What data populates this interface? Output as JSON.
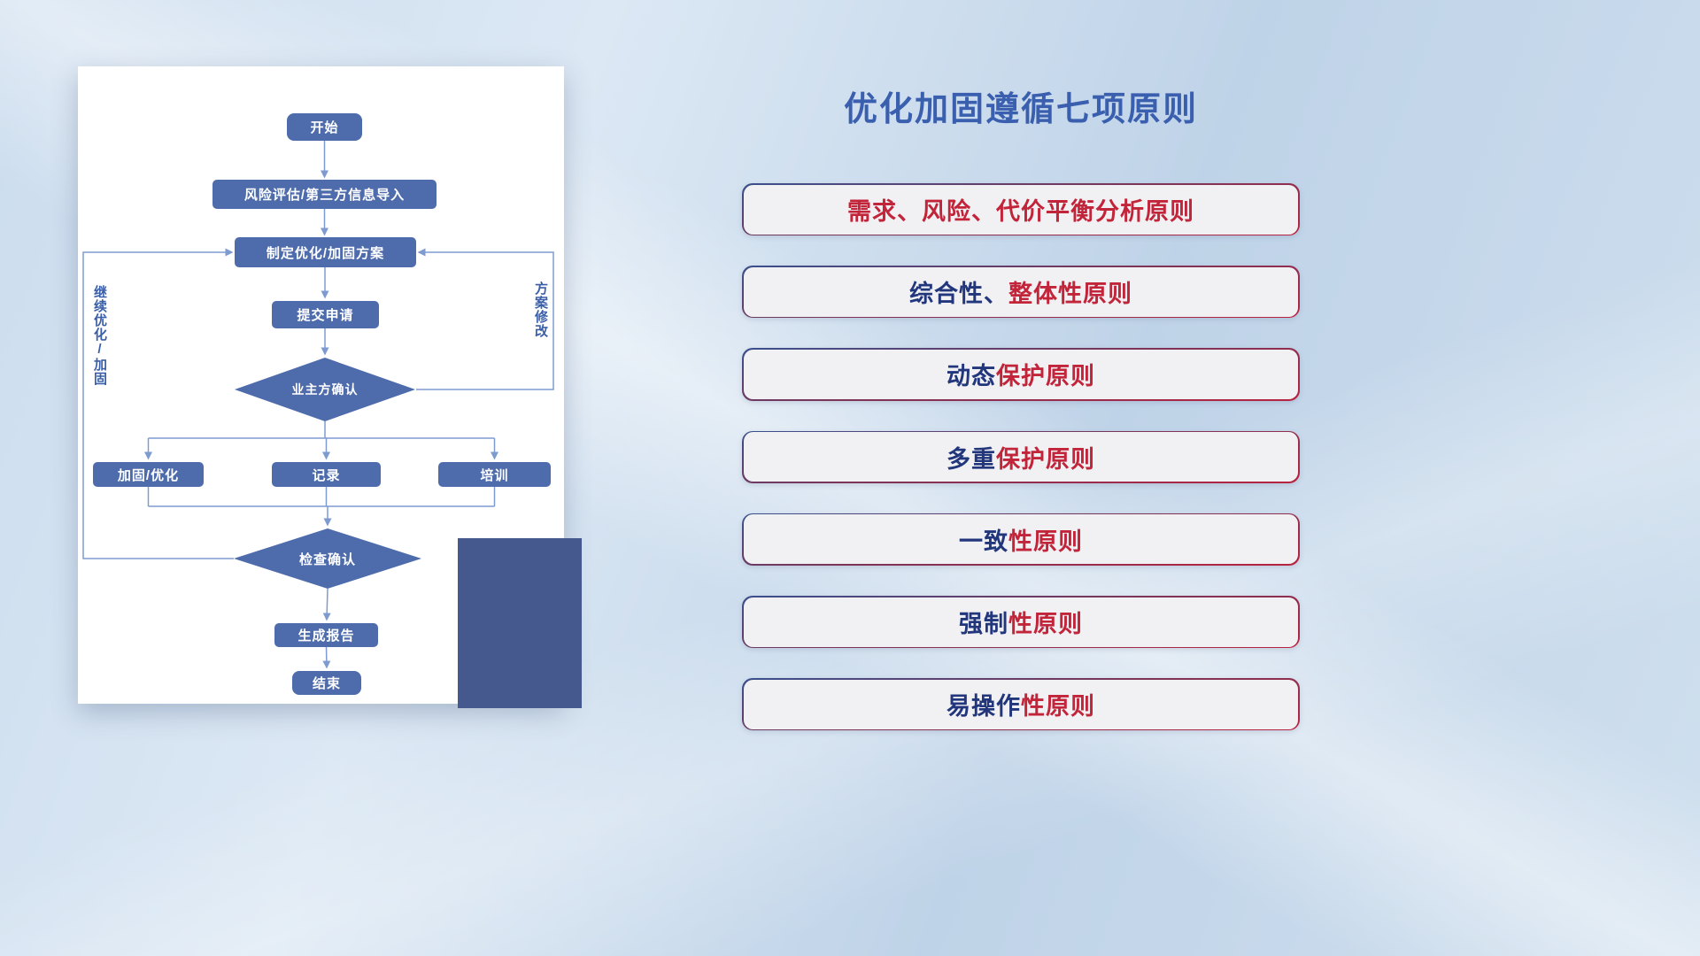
{
  "slide": {
    "title": "优化加固遵循七项原则"
  },
  "flowchart": {
    "nodes": {
      "start": "开始",
      "risk_import": "风险评估/第三方信息导入",
      "make_plan": "制定优化/加固方案",
      "submit": "提交申请",
      "owner_confirm": "业主方确认",
      "reinforce": "加固/优化",
      "record": "记录",
      "training": "培训",
      "check_confirm": "检查确认",
      "report": "生成报告",
      "end": "结束"
    },
    "labels": {
      "continue_loop": "继续优化/加固",
      "revise_loop": "方案修改"
    }
  },
  "principles": [
    {
      "blue": "",
      "red": "需求、风险、代价平衡分析原则"
    },
    {
      "blue": "综合性、",
      "red": "整体性原则"
    },
    {
      "blue": "动态",
      "red": "保护原则"
    },
    {
      "blue": "多重",
      "red": "保护原则"
    },
    {
      "blue": "一致",
      "red": "性原则"
    },
    {
      "blue": "强制",
      "red": "性原则"
    },
    {
      "blue": "易操作",
      "red": "性原则"
    }
  ],
  "colors": {
    "title_blue": "#3a5fae",
    "principle_blue": "#22367c",
    "principle_red": "#c2243a",
    "node_fill": "#4e6cac",
    "connector": "#7e9bd1",
    "accent_rect": "#46598f",
    "card_bg": "#ffffff"
  }
}
